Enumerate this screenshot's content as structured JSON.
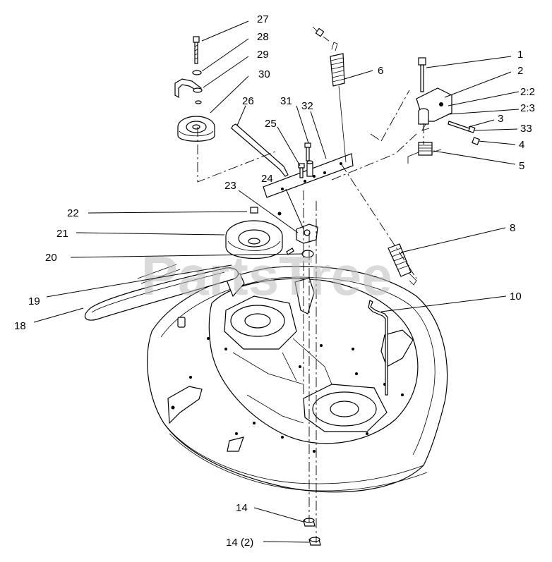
{
  "watermark": "PartsTree",
  "callouts": [
    {
      "id": "c27",
      "text": "27"
    },
    {
      "id": "c28",
      "text": "28"
    },
    {
      "id": "c29",
      "text": "29"
    },
    {
      "id": "c30",
      "text": "30"
    },
    {
      "id": "c26",
      "text": "26"
    },
    {
      "id": "c31",
      "text": "31"
    },
    {
      "id": "c32",
      "text": "32"
    },
    {
      "id": "c25",
      "text": "25"
    },
    {
      "id": "c6",
      "text": "6"
    },
    {
      "id": "c1",
      "text": "1"
    },
    {
      "id": "c2",
      "text": "2"
    },
    {
      "id": "c2-2",
      "text": "2:2"
    },
    {
      "id": "c2-3",
      "text": "2:3"
    },
    {
      "id": "c3",
      "text": "3"
    },
    {
      "id": "c33",
      "text": "33"
    },
    {
      "id": "c4",
      "text": "4"
    },
    {
      "id": "c5",
      "text": "5"
    },
    {
      "id": "c24",
      "text": "24"
    },
    {
      "id": "c23",
      "text": "23"
    },
    {
      "id": "c22",
      "text": "22"
    },
    {
      "id": "c21",
      "text": "21"
    },
    {
      "id": "c20",
      "text": "20"
    },
    {
      "id": "c8",
      "text": "8"
    },
    {
      "id": "c10",
      "text": "10"
    },
    {
      "id": "c19",
      "text": "19"
    },
    {
      "id": "c18",
      "text": "18"
    },
    {
      "id": "c14",
      "text": "14"
    },
    {
      "id": "c14-2",
      "text": "14 (2)"
    }
  ]
}
